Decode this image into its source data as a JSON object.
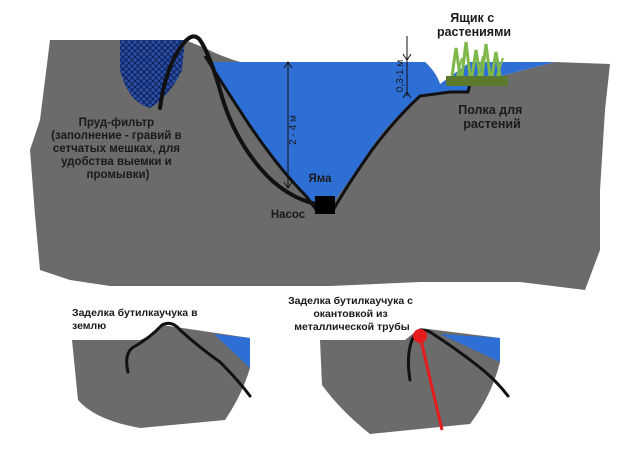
{
  "labels": {
    "plant_box": [
      "Ящик с",
      "растениями"
    ],
    "plant_shelf": [
      "Полка для",
      "растений"
    ],
    "filter_pond": [
      "Пруд-фильтр",
      "(заполнение - гравий в",
      "сетчатых мешках, для",
      "удобства выемки и",
      "промывки)"
    ],
    "pit": "Яма",
    "pump": "Насос",
    "depth_main": "2 - 4 м",
    "depth_shelf": "0,3-1 м",
    "seal_ground": [
      "Заделка бутилкаучука в",
      "землю"
    ],
    "seal_pipe": [
      "Заделка бутилкаучука с",
      "окантовкой из",
      "металлической трубы"
    ]
  },
  "colors": {
    "ground": "#6b6b6b",
    "water": "#2e6fd6",
    "liner": "#111111",
    "pipe_marker": "#e51c1c",
    "mesh": "#3a5fb8",
    "plant": "#7fb84a",
    "plant_box_fill": "#5b7a2e"
  }
}
